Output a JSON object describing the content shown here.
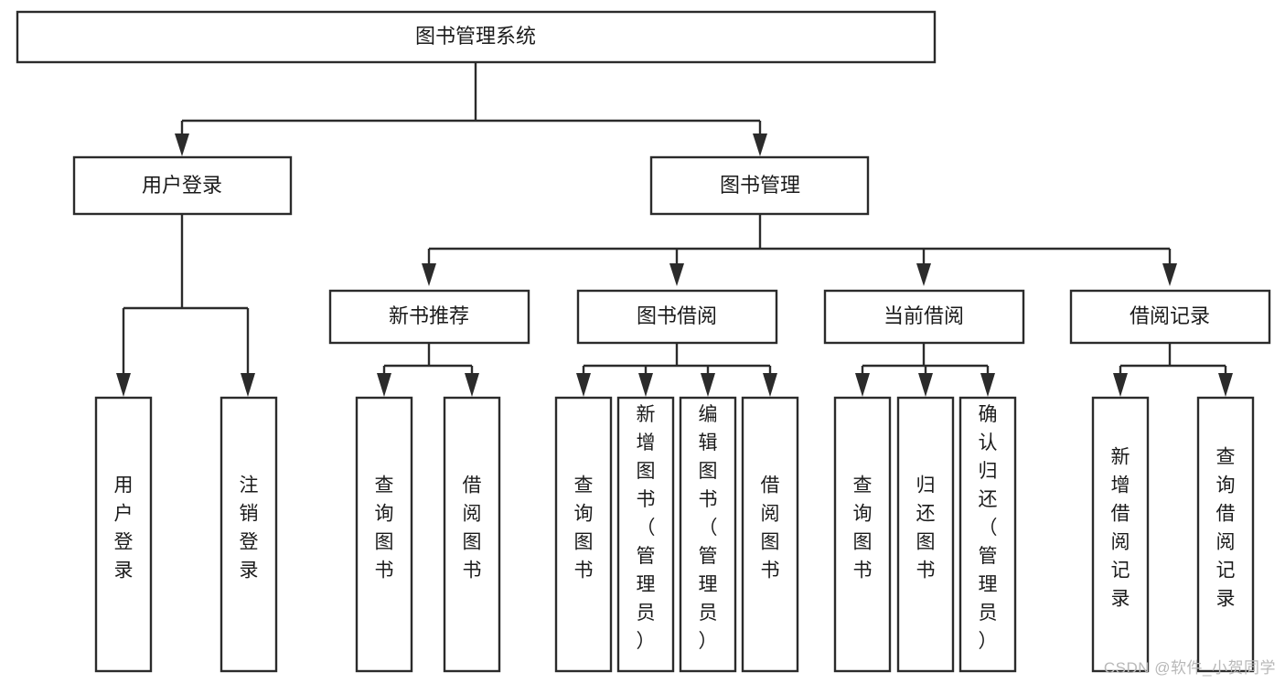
{
  "diagram": {
    "type": "tree-hierarchy",
    "orientation": "top-down",
    "title": "图书管理系统",
    "root": {
      "id": "root",
      "label": "图书管理系统"
    },
    "level2": [
      {
        "id": "user-login",
        "label": "用户登录"
      },
      {
        "id": "book-manage",
        "label": "图书管理"
      }
    ],
    "level3": [
      {
        "id": "new-book-recommend",
        "label": "新书推荐",
        "parent": "book-manage"
      },
      {
        "id": "book-borrow",
        "label": "图书借阅",
        "parent": "book-manage"
      },
      {
        "id": "current-borrow",
        "label": "当前借阅",
        "parent": "book-manage"
      },
      {
        "id": "borrow-record",
        "label": "借阅记录",
        "parent": "book-manage"
      }
    ],
    "leaves": {
      "user-login": [
        {
          "id": "leaf-user-login",
          "label": "用户登录"
        },
        {
          "id": "leaf-user-logout",
          "label": "注销登录"
        }
      ],
      "new-book-recommend": [
        {
          "id": "leaf-query-book-1",
          "label": "查询图书"
        },
        {
          "id": "leaf-borrow-book-1",
          "label": "借阅图书"
        }
      ],
      "book-borrow": [
        {
          "id": "leaf-query-book-2",
          "label": "查询图书"
        },
        {
          "id": "leaf-add-book",
          "label": "新增图书（管理员）"
        },
        {
          "id": "leaf-edit-book",
          "label": "编辑图书（管理员）"
        },
        {
          "id": "leaf-borrow-book-2",
          "label": "借阅图书"
        }
      ],
      "current-borrow": [
        {
          "id": "leaf-query-book-3",
          "label": "查询图书"
        },
        {
          "id": "leaf-return-book",
          "label": "归还图书"
        },
        {
          "id": "leaf-confirm-return",
          "label": "确认归还（管理员）"
        }
      ],
      "borrow-record": [
        {
          "id": "leaf-add-record",
          "label": "新增借阅记录"
        },
        {
          "id": "leaf-query-record",
          "label": "查询借阅记录"
        }
      ]
    }
  },
  "watermark": {
    "label": "CSDN @软件_小贺同学"
  },
  "colors": {
    "stroke": "#2b2b2b",
    "box_fill": "#ffffff",
    "text": "#1b1b1b",
    "background": "#ffffff",
    "watermark": "#b8b8b8"
  }
}
